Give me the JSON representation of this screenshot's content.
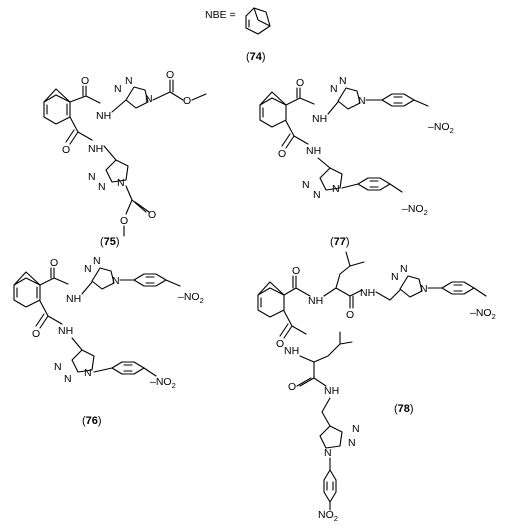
{
  "header": {
    "nbe_label": "NBE ="
  },
  "atoms": {
    "N": "N",
    "NH": "NH",
    "H": "H",
    "O": "O",
    "NO": "NO",
    "sub2": "2"
  },
  "compounds": [
    {
      "id": "74",
      "label": "74"
    },
    {
      "id": "75",
      "label": "75"
    },
    {
      "id": "76",
      "label": "76"
    },
    {
      "id": "77",
      "label": "77"
    },
    {
      "id": "78",
      "label": "78"
    }
  ]
}
